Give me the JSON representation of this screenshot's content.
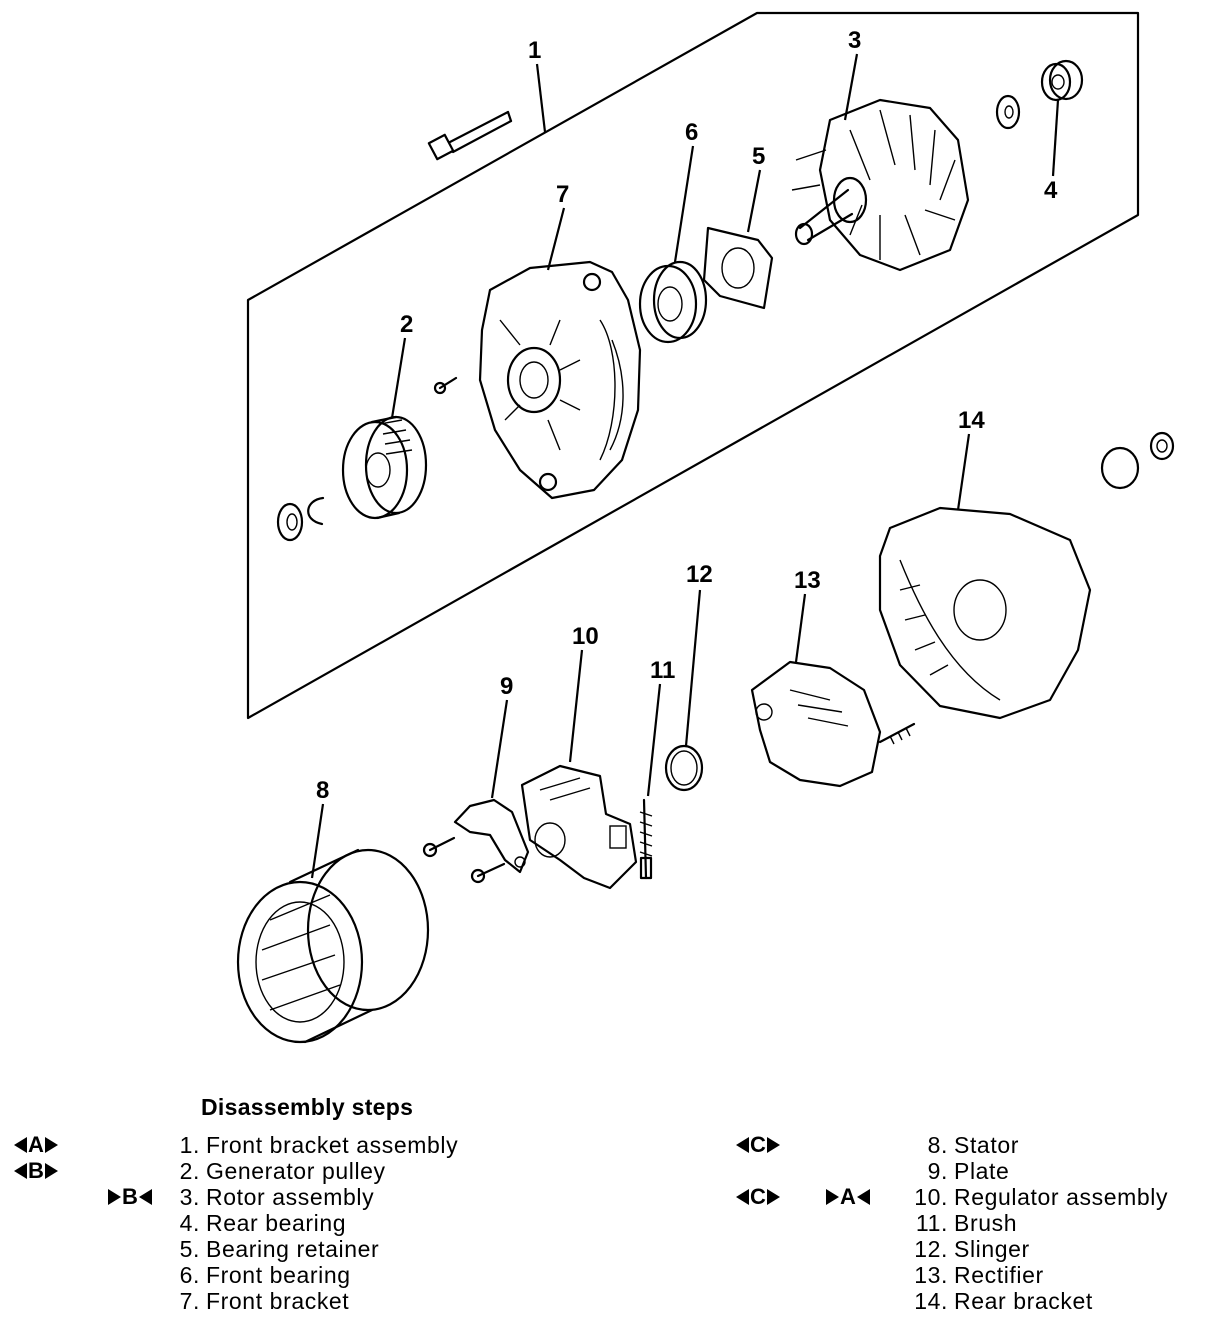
{
  "callouts": [
    "1",
    "2",
    "3",
    "4",
    "5",
    "6",
    "7",
    "8",
    "9",
    "10",
    "11",
    "12",
    "13",
    "14"
  ],
  "legend": {
    "title": "Disassembly steps",
    "left_items": [
      {
        "num": "1.",
        "label": "Front bracket assembly"
      },
      {
        "num": "2.",
        "label": "Generator pulley"
      },
      {
        "num": "3.",
        "label": "Rotor assembly"
      },
      {
        "num": "4.",
        "label": "Rear bearing"
      },
      {
        "num": "5.",
        "label": "Bearing retainer"
      },
      {
        "num": "6.",
        "label": "Front bearing"
      },
      {
        "num": "7.",
        "label": "Front bracket"
      }
    ],
    "right_items": [
      {
        "num": "8.",
        "label": "Stator"
      },
      {
        "num": "9.",
        "label": "Plate"
      },
      {
        "num": "10.",
        "label": "Regulator assembly"
      },
      {
        "num": "11.",
        "label": "Brush"
      },
      {
        "num": "12.",
        "label": "Slinger"
      },
      {
        "num": "13.",
        "label": "Rectifier"
      },
      {
        "num": "14.",
        "label": "Rear bracket"
      }
    ],
    "markers": {
      "removal_A": "A",
      "removal_B": "B",
      "install_B": "B",
      "removal_C_stator": "C",
      "removal_C_regulator": "C",
      "install_A": "A"
    }
  }
}
